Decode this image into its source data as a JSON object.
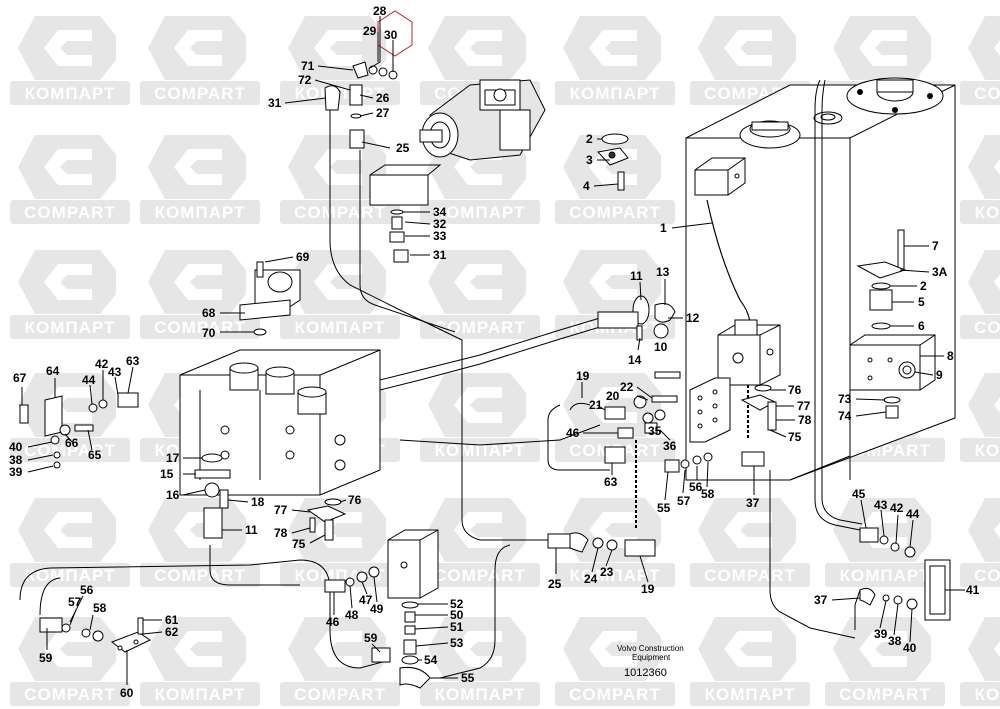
{
  "watermark": {
    "latin": "COMPART",
    "cyrillic": "КОМПАРТ",
    "color": "#e6e6e6"
  },
  "caption": {
    "line1": "Volvo Construction",
    "line2": "Equipment",
    "drawing_number": "1012360"
  },
  "callout_labels": {
    "p28": "28",
    "p29": "29",
    "p30": "30",
    "p71": "71",
    "p72": "72",
    "p26": "26",
    "p31a": "31",
    "p27": "27",
    "p25a": "25",
    "p34": "34",
    "p32": "32",
    "p33": "33",
    "p31b": "31",
    "p69": "69",
    "p68": "68",
    "p70": "70",
    "p2a": "2",
    "p3": "3",
    "p4": "4",
    "p1": "1",
    "p11a": "11",
    "p13": "13",
    "p12": "12",
    "p10": "10",
    "p14": "14",
    "p7": "7",
    "p3A": "3A",
    "p2b": "2",
    "p5": "5",
    "p6": "6",
    "p8": "8",
    "p9": "9",
    "p76a": "76",
    "p77a": "77",
    "p78a": "78",
    "p75a": "75",
    "p73": "73",
    "p74": "74",
    "p19a": "19",
    "p22": "22",
    "p20": "20",
    "p21": "21",
    "p46a": "46",
    "p36": "36",
    "p35": "35",
    "p63a": "63",
    "p55a": "55",
    "p57a": "57",
    "p56a": "56",
    "p58a": "58",
    "p37a": "37",
    "p67": "67",
    "p64": "64",
    "p44a": "44",
    "p42a": "42",
    "p43a": "43",
    "p63b": "63",
    "p40a": "40",
    "p66": "66",
    "p38a": "38",
    "p39a": "39",
    "p65": "65",
    "p17": "17",
    "p15": "15",
    "p16": "16",
    "p18": "18",
    "p11b": "11",
    "p77b": "77",
    "p76b": "76",
    "p78b": "78",
    "p75b": "75",
    "p45": "45",
    "p43b": "43",
    "p42b": "42",
    "p44b": "44",
    "p41": "41",
    "p37b": "37",
    "p39b": "39",
    "p38b": "38",
    "p40b": "40",
    "p25b": "25",
    "p24": "24",
    "p23": "23",
    "p19b": "19",
    "p46b": "46",
    "p48": "48",
    "p47": "47",
    "p49": "49",
    "p52": "52",
    "p50": "50",
    "p51": "51",
    "p59a": "59",
    "p53": "53",
    "p54": "54",
    "p55b": "55",
    "p56b": "56",
    "p57b": "57",
    "p58b": "58",
    "p61": "61",
    "p62": "62",
    "p59b": "59",
    "p60": "60"
  }
}
